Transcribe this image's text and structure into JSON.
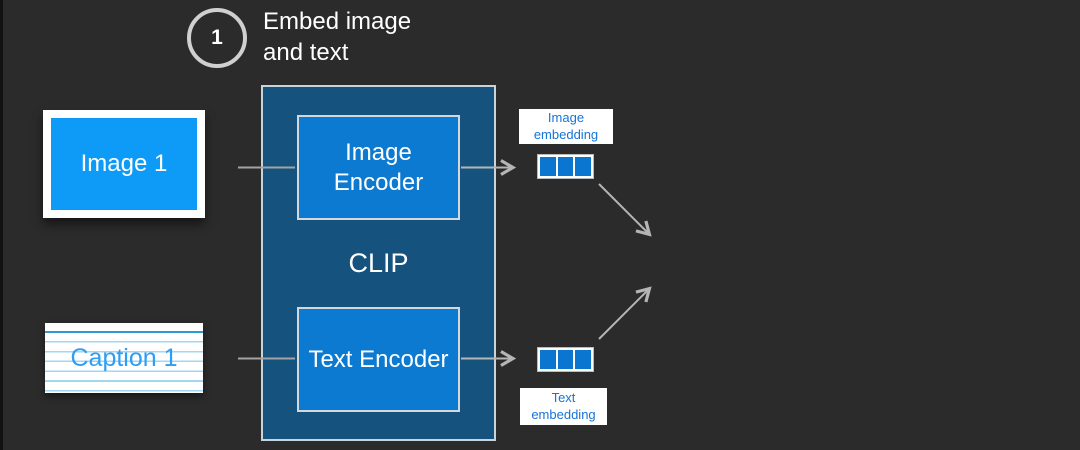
{
  "step": {
    "number": "1",
    "label": "Embed image and text"
  },
  "inputs": {
    "image_card": {
      "label": "Image 1"
    },
    "caption_card": {
      "label": "Caption 1"
    }
  },
  "clip": {
    "title": "CLIP",
    "image_encoder_label": "Image Encoder",
    "text_encoder_label": "Text Encoder"
  },
  "embeddings": {
    "image": {
      "label": "Image embedding",
      "cells": 3
    },
    "text": {
      "label": "Text embedding",
      "cells": 3
    }
  },
  "colors": {
    "background": "#2b2b2b",
    "clip_container": "#16527e",
    "encoder_blue": "#0d7ad2",
    "image_card_blue": "#0d9bf7",
    "embedding_cell_blue": "#0b76cf",
    "embedding_label_blue": "#1574d8",
    "caption_text_blue": "#2e9df5",
    "arrow_gray": "#b5b5b5",
    "text_white": "#ffffff"
  }
}
